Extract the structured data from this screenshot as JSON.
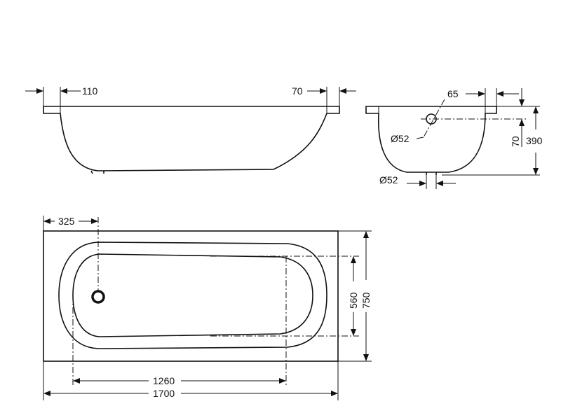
{
  "side_view": {
    "left_rim_width": "110",
    "right_rim_width": "70"
  },
  "end_view": {
    "rim_offset": "65",
    "overflow_diameter": "Ø52",
    "overflow_height": "70",
    "total_height": "390",
    "drain_diameter": "Ø52"
  },
  "top_view": {
    "drain_offset": "325",
    "inner_width": "560",
    "outer_width": "750",
    "inner_length": "1260",
    "outer_length": "1700"
  },
  "colors": {
    "line": "#111111",
    "background": "#ffffff"
  }
}
